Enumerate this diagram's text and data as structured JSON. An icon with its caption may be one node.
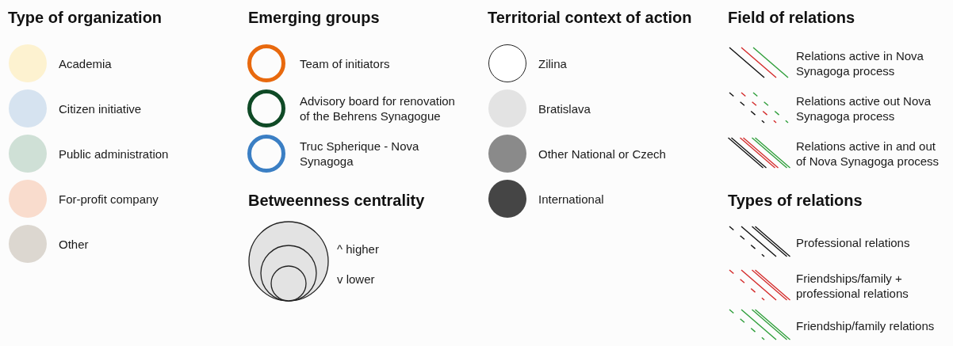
{
  "diagram": {
    "labels": [
      "Type of organization",
      "Emerging groups",
      "Betweenness centrality",
      "^ higher",
      "v lower",
      "Territorial context of action",
      "Field of relations",
      "Types of relations"
    ],
    "legend": [
      {
        "text": "Academia",
        "color": "#fdf2d0"
      },
      {
        "text": "Citizen initiative",
        "color": "#d6e3f0"
      },
      {
        "text": "Public administration",
        "color": "#cfe0d6"
      },
      {
        "text": "For-profit company",
        "color": "#f9dccd"
      },
      {
        "text": "Other",
        "color": "#dcd7d0"
      },
      {
        "text": "Team of initiators"
      },
      {
        "text": "Advisory board for renovation of the Behrens Synagogue"
      },
      {
        "text": "Truc Spherique - Nova Synagoga"
      },
      {
        "text": "Zilina",
        "color": "#ffffff"
      },
      {
        "text": "Bratislava",
        "color": "#e3e3e3"
      },
      {
        "text": "Other National or Czech",
        "color": "#8a8a8a"
      },
      {
        "text": "International",
        "color": "#454545"
      },
      {
        "text": "Relations active in Nova Synagoga process"
      },
      {
        "text": "Relations active out Nova Synagoga process"
      },
      {
        "text": "Relations active in and out of Nova Synagoga process"
      },
      {
        "text": "Professional relations"
      },
      {
        "text": "Friendships/family + professional relations"
      },
      {
        "text": "Friendship/family relations"
      }
    ]
  }
}
